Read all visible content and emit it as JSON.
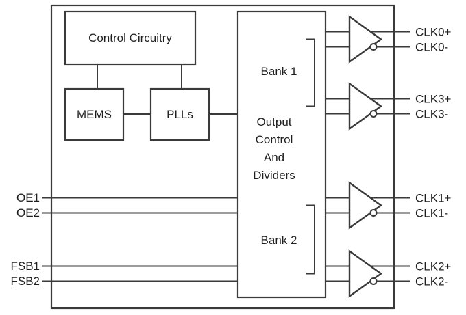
{
  "blocks": {
    "control_circuitry": "Control Circuitry",
    "mems": "MEMS",
    "plls": "PLLs",
    "output_control_lines": [
      "Output",
      "Control",
      "And",
      "Dividers"
    ],
    "bank1": "Bank 1",
    "bank2": "Bank 2"
  },
  "inputs": [
    "OE1",
    "OE2",
    "FSB1",
    "FSB2"
  ],
  "outputs": [
    "CLK0+",
    "CLK0-",
    "CLK3+",
    "CLK3-",
    "CLK1+",
    "CLK1-",
    "CLK2+",
    "CLK2-"
  ],
  "colors": {
    "stroke": "#3a3a3a",
    "text": "#1f1f1f",
    "background": "#ffffff"
  }
}
